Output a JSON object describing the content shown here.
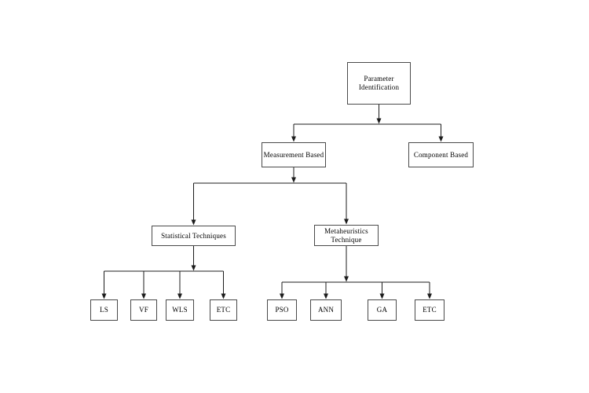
{
  "page": {
    "background": "#ffffff"
  },
  "diagram": {
    "type": "hierarchy-flowchart",
    "title": "Parameter Identification",
    "nodes": {
      "root": {
        "label": "Parameter\nIdentification"
      },
      "measurement_based": {
        "label": "Measurement Based"
      },
      "component_based": {
        "label": "Component Based"
      },
      "statistical_techniques": {
        "label": "Statistical Techniques"
      },
      "metaheuristics_technique": {
        "label": "Metaheuristics\nTechnique"
      },
      "ls": {
        "label": "LS"
      },
      "vf": {
        "label": "VF"
      },
      "wls": {
        "label": "WLS"
      },
      "etc_statistical": {
        "label": "ETC"
      },
      "pso": {
        "label": "PSO"
      },
      "ann": {
        "label": "ANN"
      },
      "ga": {
        "label": "GA"
      },
      "etc_metaheuristics": {
        "label": "ETC"
      }
    },
    "edges": [
      {
        "from": "Parameter Identification",
        "to": "Measurement Based"
      },
      {
        "from": "Parameter Identification",
        "to": "Component Based"
      },
      {
        "from": "Measurement Based",
        "to": "Statistical Techniques"
      },
      {
        "from": "Measurement Based",
        "to": "Metaheuristics Technique"
      },
      {
        "from": "Statistical Techniques",
        "to": "LS"
      },
      {
        "from": "Statistical Techniques",
        "to": "VF"
      },
      {
        "from": "Statistical Techniques",
        "to": "WLS"
      },
      {
        "from": "Statistical Techniques",
        "to": "ETC"
      },
      {
        "from": "Metaheuristics Technique",
        "to": "PSO"
      },
      {
        "from": "Metaheuristics Technique",
        "to": "ANN"
      },
      {
        "from": "Metaheuristics Technique",
        "to": "GA"
      },
      {
        "from": "Metaheuristics Technique",
        "to": "ETC"
      }
    ],
    "colors": {
      "line": "#1c1c1c",
      "box_border": "#4a4a4a",
      "box_fill": "#ffffff",
      "text": "#000000",
      "background": "#ffffff"
    }
  }
}
